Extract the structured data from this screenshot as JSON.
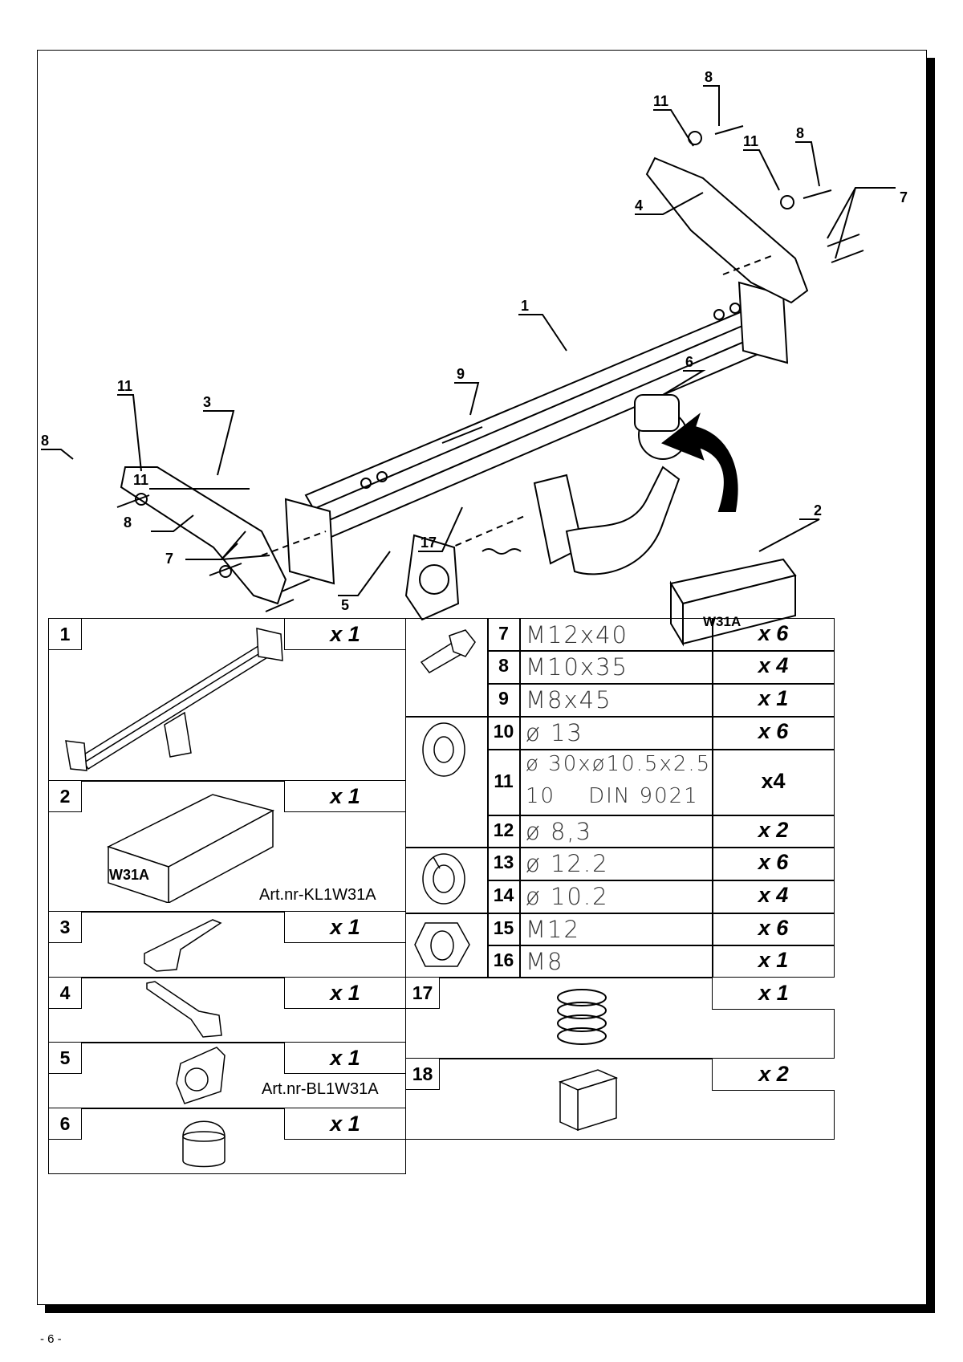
{
  "drawing": {
    "callouts": [
      "1",
      "2",
      "3",
      "4",
      "5",
      "6",
      "7",
      "8",
      "9",
      "11",
      "17"
    ],
    "labels": {
      "c11a": "11",
      "c8a": "8",
      "c11b": "11",
      "c8b": "8",
      "c7a": "7",
      "c4": "4",
      "c1": "1",
      "c6": "6",
      "c9": "9",
      "c3": "3",
      "c11c": "11",
      "c8c": "8",
      "c11d": "11",
      "c8d": "8",
      "c7b": "7",
      "c5": "5",
      "c17": "17",
      "c2": "2"
    },
    "box_label": "W31A"
  },
  "parts_left": [
    {
      "no": "1",
      "qty": "x 1"
    },
    {
      "no": "2",
      "qty": "x 1",
      "art": "Art.nr-KL1W31A",
      "box_label": "W31A"
    },
    {
      "no": "3",
      "qty": "x 1"
    },
    {
      "no": "4",
      "qty": "x 1"
    },
    {
      "no": "5",
      "qty": "x 1",
      "art": "Art.nr-BL1W31A"
    },
    {
      "no": "6",
      "qty": "x 1"
    }
  ],
  "parts_right": [
    {
      "no": "7",
      "spec": "M12x40",
      "qty": "x 6"
    },
    {
      "no": "8",
      "spec": "M10x35",
      "qty": "x 4"
    },
    {
      "no": "9",
      "spec": "M8x45",
      "qty": "x 1"
    },
    {
      "no": "10",
      "spec": "ø 13",
      "qty": "x 6"
    },
    {
      "no": "11",
      "spec": "ø 30xø10.5x2.5",
      "spec2": "10    DIN 9021",
      "qty": "x4"
    },
    {
      "no": "12",
      "spec": "ø 8,3",
      "qty": "x 2"
    },
    {
      "no": "13",
      "spec": "ø 12.2",
      "qty": "x 6"
    },
    {
      "no": "14",
      "spec": "ø 10.2",
      "qty": "x 4"
    },
    {
      "no": "15",
      "spec": "M12",
      "qty": "x 6"
    },
    {
      "no": "16",
      "spec": "M8",
      "qty": "x 1"
    },
    {
      "no": "17",
      "qty": "x 1"
    },
    {
      "no": "18",
      "qty": "x 2"
    }
  ],
  "page_number": "- 6 -"
}
